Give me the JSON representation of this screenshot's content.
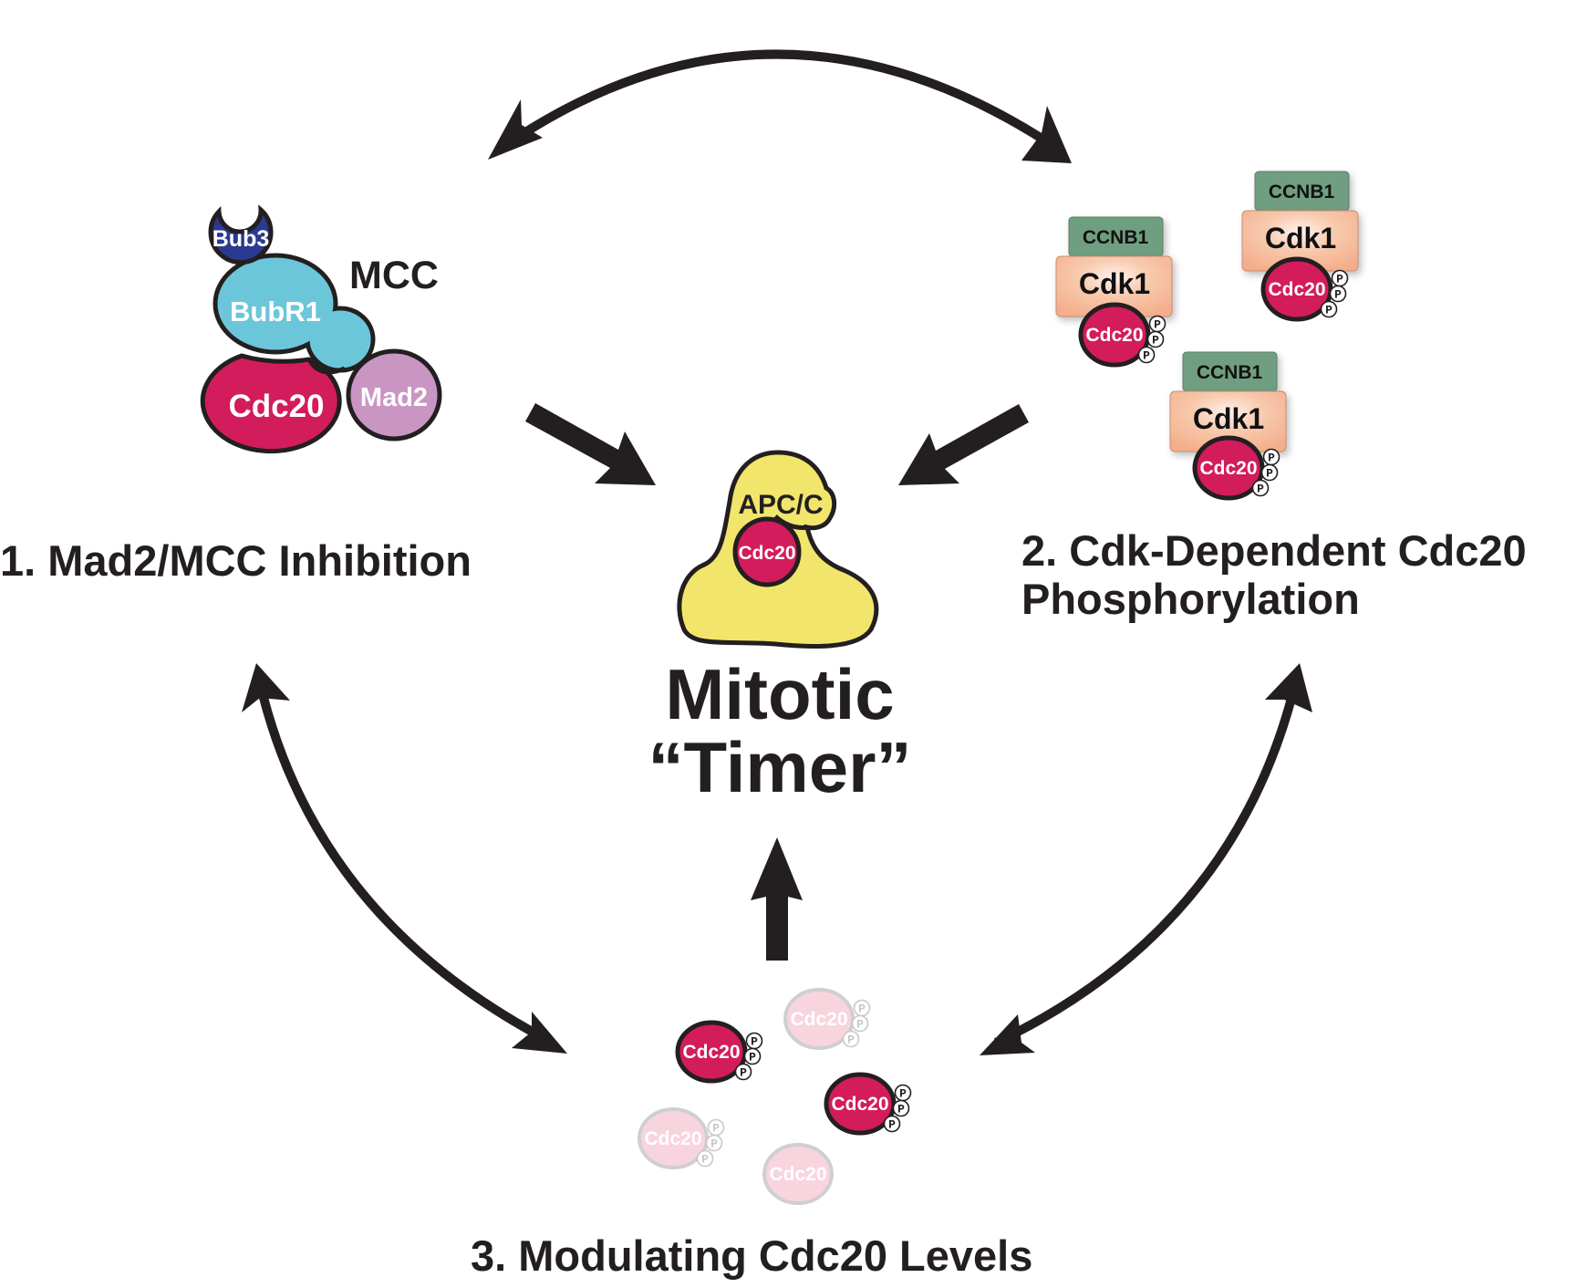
{
  "title": {
    "line1": "Mitotic",
    "line2": "“Timer”"
  },
  "mechanisms": {
    "one": "1. Mad2/MCC Inhibition",
    "two_line1": "2. Cdk-Dependent Cdc20",
    "two_line2": "Phosphorylation",
    "three": "3. Modulating Cdc20 Levels"
  },
  "mcc": {
    "label": "MCC",
    "proteins": {
      "bub3": "Bub3",
      "bubr1": "BubR1",
      "cdc20": "Cdc20",
      "mad2": "Mad2"
    }
  },
  "apc": {
    "label": "APC/C",
    "bound": "Cdc20"
  },
  "cdk_complexes": [
    {
      "cyclin": "CCNB1",
      "kinase": "Cdk1",
      "substrate": "Cdc20",
      "phospho": [
        "P",
        "P",
        "P"
      ]
    },
    {
      "cyclin": "CCNB1",
      "kinase": "Cdk1",
      "substrate": "Cdc20",
      "phospho": [
        "P",
        "P",
        "P"
      ]
    },
    {
      "cyclin": "CCNB1",
      "kinase": "Cdk1",
      "substrate": "Cdc20",
      "phospho": [
        "P",
        "P",
        "P"
      ]
    }
  ],
  "cdc20_pool": [
    {
      "label": "Cdc20",
      "state": "faded",
      "phospho": [
        "P",
        "P",
        "P"
      ]
    },
    {
      "label": "Cdc20",
      "state": "active",
      "phospho": [
        "P",
        "P",
        "P"
      ]
    },
    {
      "label": "Cdc20",
      "state": "active",
      "phospho": [
        "P",
        "P",
        "P"
      ]
    },
    {
      "label": "Cdc20",
      "state": "faded",
      "phospho": [
        "P",
        "P",
        "P"
      ]
    },
    {
      "label": "Cdc20",
      "state": "faded",
      "phospho": []
    }
  ],
  "colors": {
    "cdc20": "#D31C5B",
    "cdc20_faded": "#F8D5DE",
    "bubr1": "#6CC6DA",
    "bub3": "#2B3990",
    "mad2": "#C996C3",
    "ccnb1": "#6F9E80",
    "cdk1": "#F6B697",
    "apc": "#F2E56B",
    "ink": "#231F20"
  }
}
